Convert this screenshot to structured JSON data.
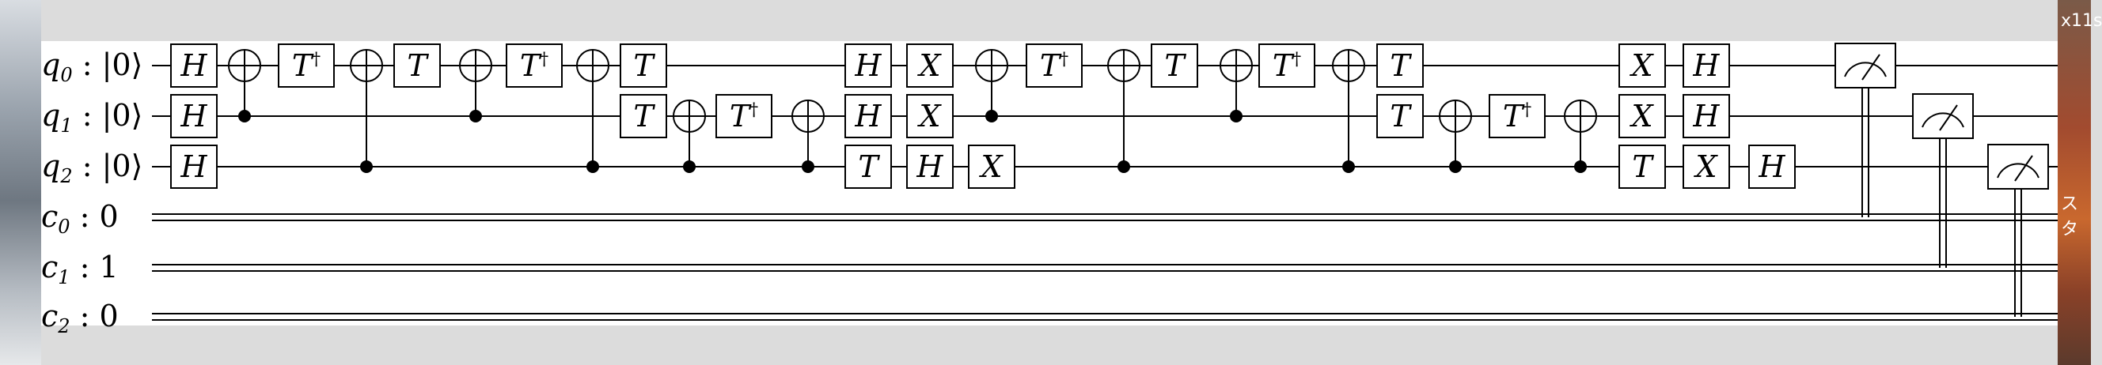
{
  "qubits": [
    {
      "name": "q",
      "index": "0",
      "state": "|0⟩"
    },
    {
      "name": "q",
      "index": "1",
      "state": "|0⟩"
    },
    {
      "name": "q",
      "index": "2",
      "state": "|0⟩"
    }
  ],
  "clbits": [
    {
      "name": "c",
      "index": "0",
      "value": "0"
    },
    {
      "name": "c",
      "index": "1",
      "value": "1"
    },
    {
      "name": "c",
      "index": "2",
      "value": "0"
    }
  ],
  "separator": ":",
  "gates": [
    {
      "col": 0,
      "wire": 0,
      "label": "H"
    },
    {
      "col": 0,
      "wire": 1,
      "label": "H"
    },
    {
      "col": 0,
      "wire": 2,
      "label": "H"
    },
    {
      "col": 2,
      "wire": 0,
      "label": "T†"
    },
    {
      "col": 4,
      "wire": 0,
      "label": "T"
    },
    {
      "col": 6,
      "wire": 0,
      "label": "T†"
    },
    {
      "col": 8,
      "wire": 0,
      "label": "T"
    },
    {
      "col": 8,
      "wire": 1,
      "label": "T"
    },
    {
      "col": 10,
      "wire": 1,
      "label": "T†"
    },
    {
      "col": 12,
      "wire": 0,
      "label": "H"
    },
    {
      "col": 12,
      "wire": 1,
      "label": "H"
    },
    {
      "col": 12,
      "wire": 2,
      "label": "T"
    },
    {
      "col": 13,
      "wire": 0,
      "label": "X"
    },
    {
      "col": 13,
      "wire": 1,
      "label": "X"
    },
    {
      "col": 13,
      "wire": 2,
      "label": "H"
    },
    {
      "col": 14,
      "wire": 2,
      "label": "X"
    },
    {
      "col": 15,
      "wire": 0,
      "label": "T†"
    },
    {
      "col": 17,
      "wire": 0,
      "label": "T"
    },
    {
      "col": 19,
      "wire": 0,
      "label": "T†"
    },
    {
      "col": 21,
      "wire": 0,
      "label": "T"
    },
    {
      "col": 21,
      "wire": 1,
      "label": "T"
    },
    {
      "col": 23,
      "wire": 1,
      "label": "T†"
    },
    {
      "col": 25,
      "wire": 0,
      "label": "X"
    },
    {
      "col": 25,
      "wire": 1,
      "label": "X"
    },
    {
      "col": 25,
      "wire": 2,
      "label": "T"
    },
    {
      "col": 26,
      "wire": 0,
      "label": "H"
    },
    {
      "col": 26,
      "wire": 1,
      "label": "H"
    },
    {
      "col": 26,
      "wire": 2,
      "label": "X"
    },
    {
      "col": 27,
      "wire": 2,
      "label": "H"
    }
  ],
  "cnots": [
    {
      "col": 1,
      "target": 0,
      "control": 1
    },
    {
      "col": 3,
      "target": 0,
      "control": 2
    },
    {
      "col": 5,
      "target": 0,
      "control": 1
    },
    {
      "col": 7,
      "target": 0,
      "control": 2
    },
    {
      "col": 9,
      "target": 1,
      "control": 2
    },
    {
      "col": 11,
      "target": 1,
      "control": 2
    },
    {
      "col": 14,
      "target": 0,
      "control": 1
    },
    {
      "col": 16,
      "target": 0,
      "control": 2
    },
    {
      "col": 18,
      "target": 0,
      "control": 1
    },
    {
      "col": 20,
      "target": 0,
      "control": 2
    },
    {
      "col": 22,
      "target": 1,
      "control": 2
    },
    {
      "col": 24,
      "target": 1,
      "control": 2
    }
  ],
  "measurements": [
    {
      "qubit": 0,
      "clbit": 0
    },
    {
      "qubit": 1,
      "clbit": 1
    },
    {
      "qubit": 2,
      "clbit": 2
    }
  ],
  "desktop_right_texts": [
    "x11s",
    "スタ"
  ]
}
